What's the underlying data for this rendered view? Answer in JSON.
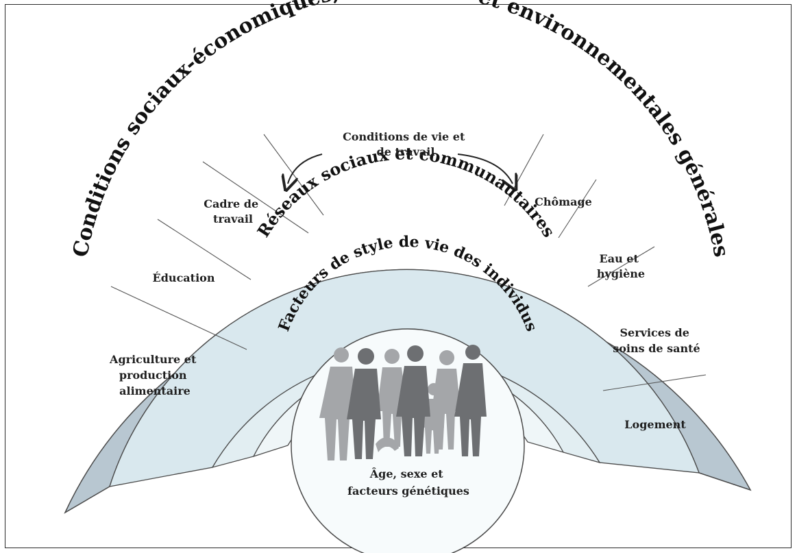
{
  "layers": {
    "outer": "Conditions sociaux-économiques, culturelles et environnementales générales",
    "social": "Réseaux sociaux et communautaires",
    "lifestyle": "Facteurs de style de vie des individus",
    "core": [
      "Âge, sexe et",
      "facteurs génétiques"
    ]
  },
  "segments": {
    "conditions": [
      "Conditions de vie et",
      "de travail"
    ],
    "agriculture": [
      "Agriculture et",
      "production",
      "alimentaire"
    ],
    "education": [
      "Éducation"
    ],
    "cadre": [
      "Cadre de",
      "travail"
    ],
    "chomage": [
      "Chômage"
    ],
    "eau": [
      "Eau et",
      "hygiène"
    ],
    "services": [
      "Services de",
      "soins de santé"
    ],
    "logement": [
      "Logement"
    ]
  },
  "icons": {
    "people": "people-silhouettes-icon",
    "arrows": "curved-arrows"
  },
  "colors": {
    "outer_band": "#b8c7d1",
    "segments": "#d9e8ee",
    "social_band": "#e2eef2",
    "lifestyle_band": "#eff6f8",
    "core": "#f7fbfc",
    "stroke": "#4a4a4a",
    "people_dark": "#6d6f72",
    "people_light": "#a4a6a9"
  }
}
